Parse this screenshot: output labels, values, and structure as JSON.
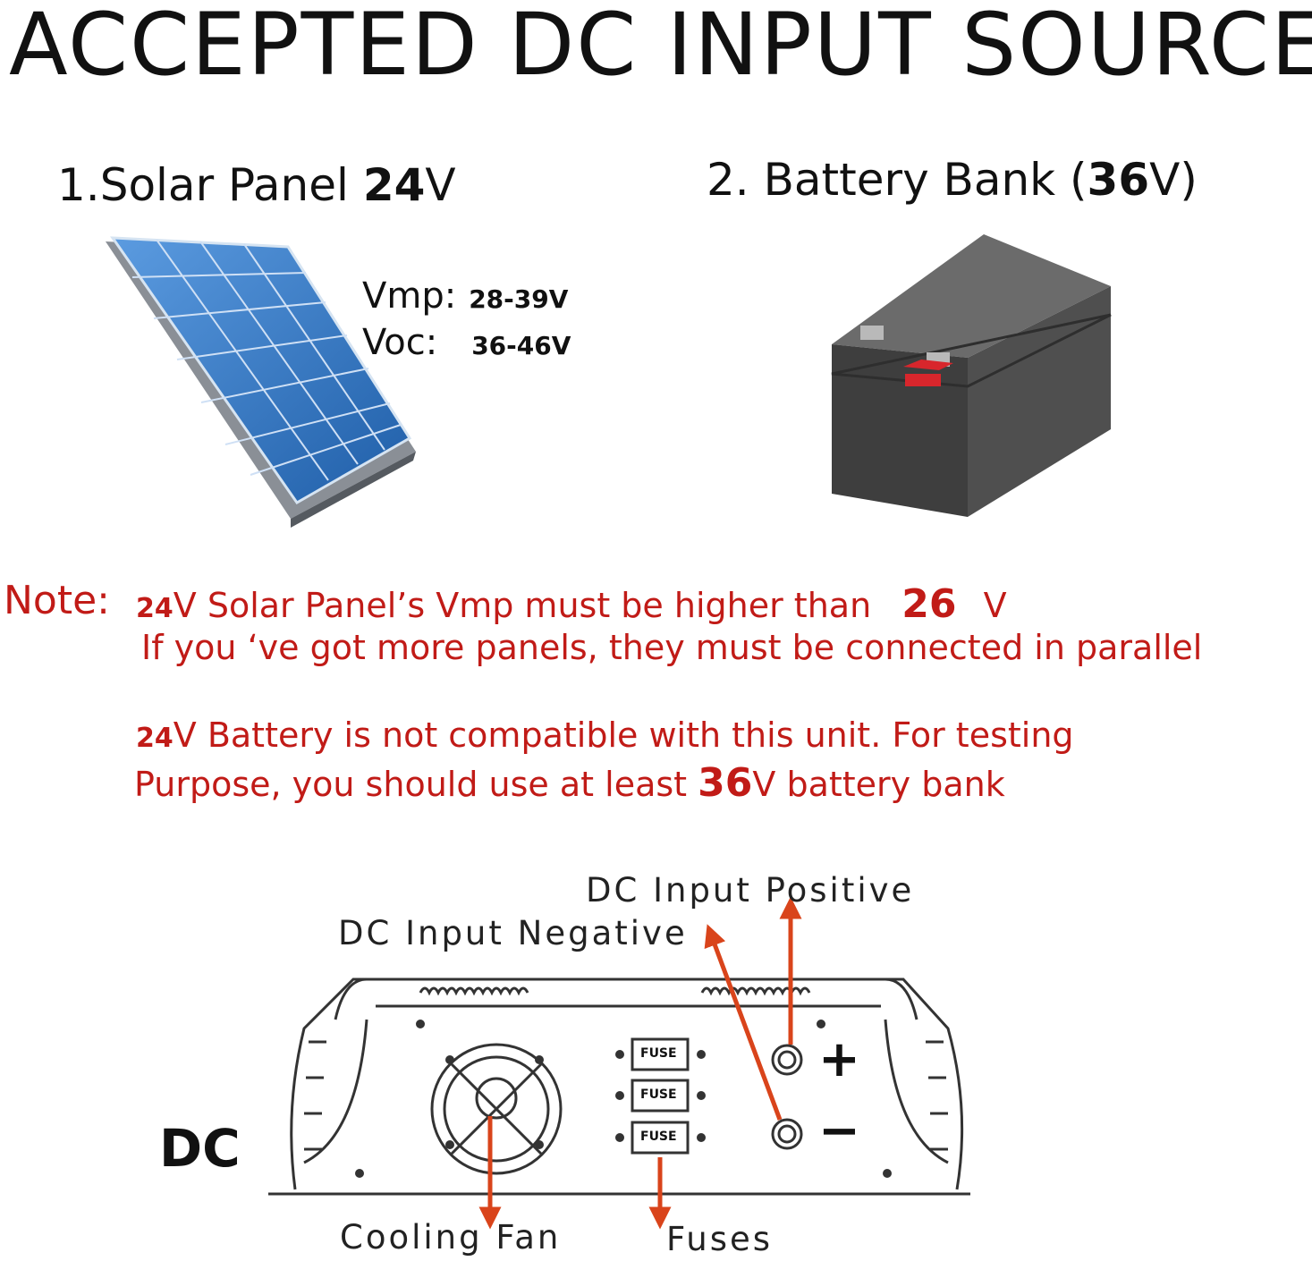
{
  "title": "ACCEPTED DC INPUT SOURCE",
  "solar": {
    "prefix": "1.Solar Panel",
    "volts": "24",
    "unit": "V",
    "vmp_label": "Vmp:",
    "vmp_value": "28-39V",
    "voc_label": "Voc:",
    "voc_value": "36-46V"
  },
  "battery": {
    "prefix": "2. Battery Bank (",
    "volts": "36",
    "unit": "V)"
  },
  "notes": {
    "label": "Note:",
    "line1_volts": "24",
    "line1_text": "V Solar Panel’s Vmp must be higher than",
    "line1_value": "26",
    "line1_unit": "V",
    "line2_text": "If you ‘ve got more panels, they must be connected in parallel",
    "line3_volts": "24",
    "line3_text": "V Battery is not compatible with this unit. For testing",
    "line4_text": "Purpose, you should use at least",
    "line4_value": "36",
    "line4_unit": "V battery bank"
  },
  "diagram": {
    "dc_label": "DC",
    "positive_label": "DC Input Positive",
    "negative_label": "DC Input Negative",
    "fan_label": "Cooling  Fan",
    "fuses_label": "Fuses",
    "fuse_text": "FUSE",
    "plus": "+",
    "minus": "−"
  },
  "colors": {
    "accent_red": "#c11b17",
    "arrow_orange": "#d9441b",
    "panel_blue": "#2f6fb8",
    "battery_gray": "#4a4a4a",
    "terminal_red": "#d8262c"
  }
}
